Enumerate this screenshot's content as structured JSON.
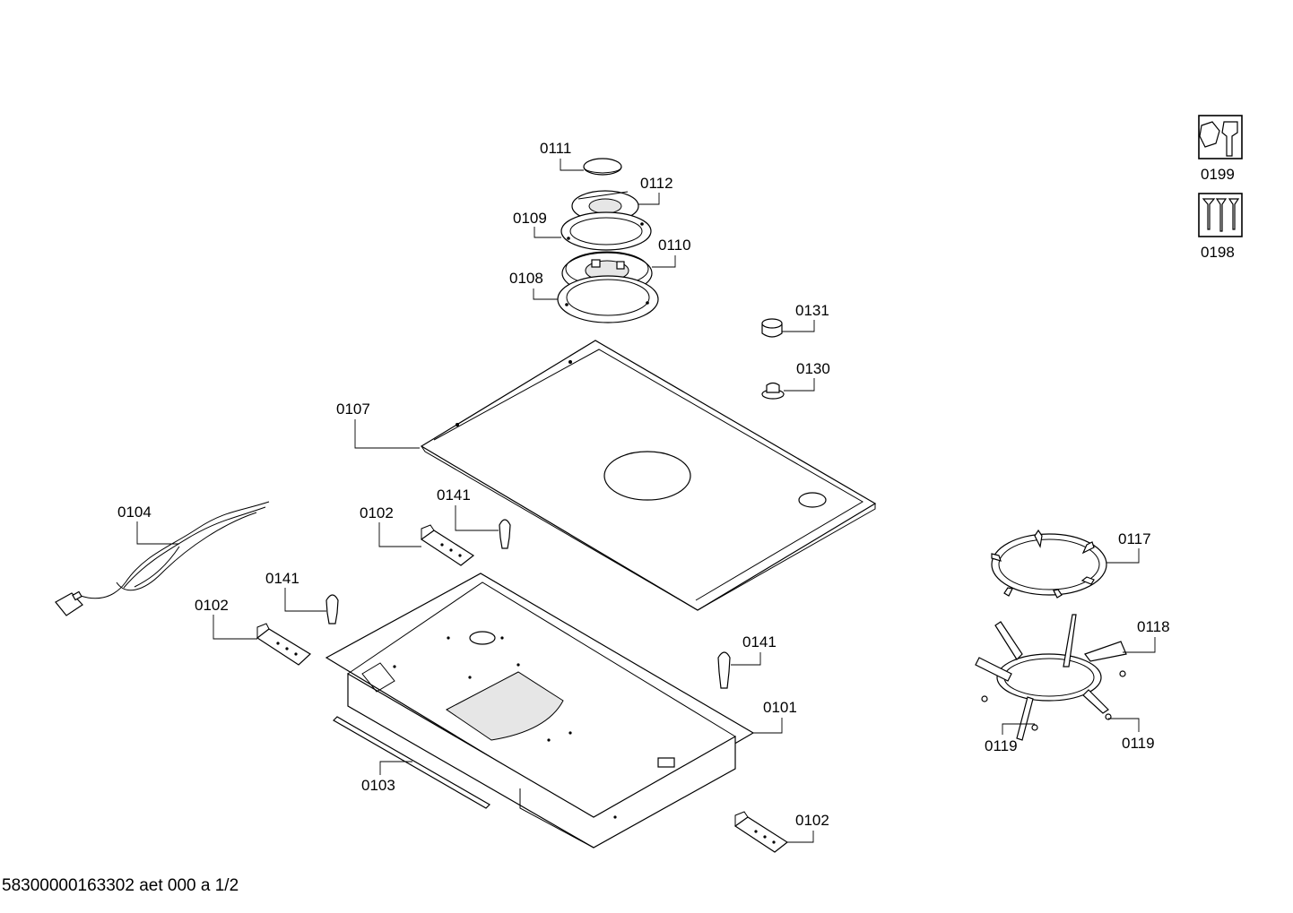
{
  "labels": {
    "p0111": "0111",
    "p0112": "0112",
    "p0109": "0109",
    "p0110": "0110",
    "p0108": "0108",
    "p0131": "0131",
    "p0130": "0130",
    "p0107": "0107",
    "p0104": "0104",
    "p0102_a": "0102",
    "p0141_a": "0141",
    "p0141_b": "0141",
    "p0102_b": "0102",
    "p0141_c": "0141",
    "p0101": "0101",
    "p0103": "0103",
    "p0102_c": "0102",
    "p0117": "0117",
    "p0118": "0118",
    "p0119_a": "0119",
    "p0119_b": "0119",
    "p0199": "0199",
    "p0198": "0198"
  },
  "icons": {
    "service_tools": "wrench-nut-icon",
    "screw_set": "screws-icon"
  },
  "footer": {
    "document_id": "58300000163302 aet 000 a 1/2"
  }
}
